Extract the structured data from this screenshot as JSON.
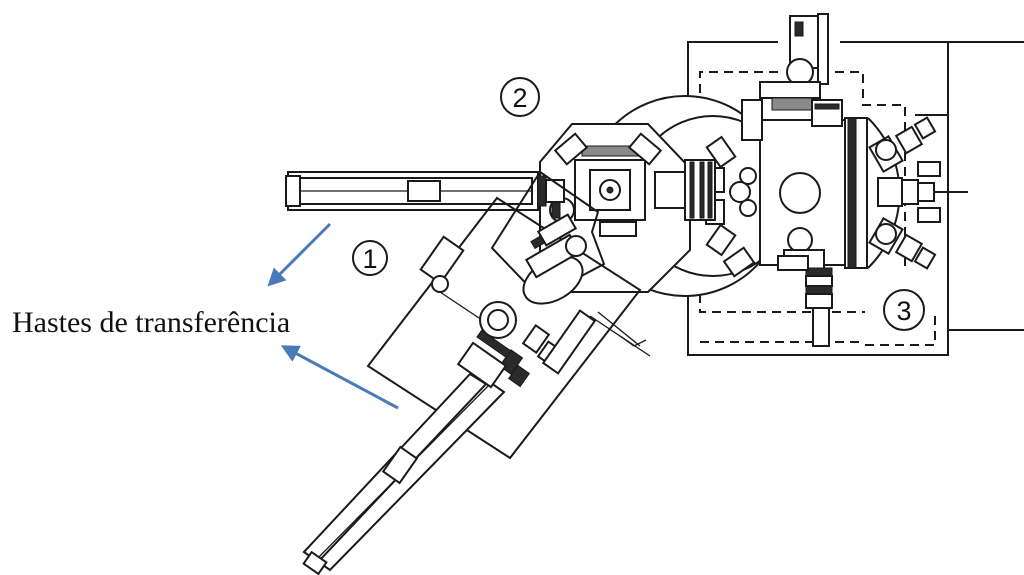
{
  "labels": {
    "transfer_rods": "Hastes de transferência"
  },
  "markers": [
    {
      "id": "chamber-1",
      "text": "1"
    },
    {
      "id": "chamber-2",
      "text": "2"
    },
    {
      "id": "chamber-3",
      "text": "3"
    }
  ],
  "colors": {
    "line": "#1a1a1a",
    "arrow": "#4a7ab8",
    "background": "#ffffff"
  }
}
